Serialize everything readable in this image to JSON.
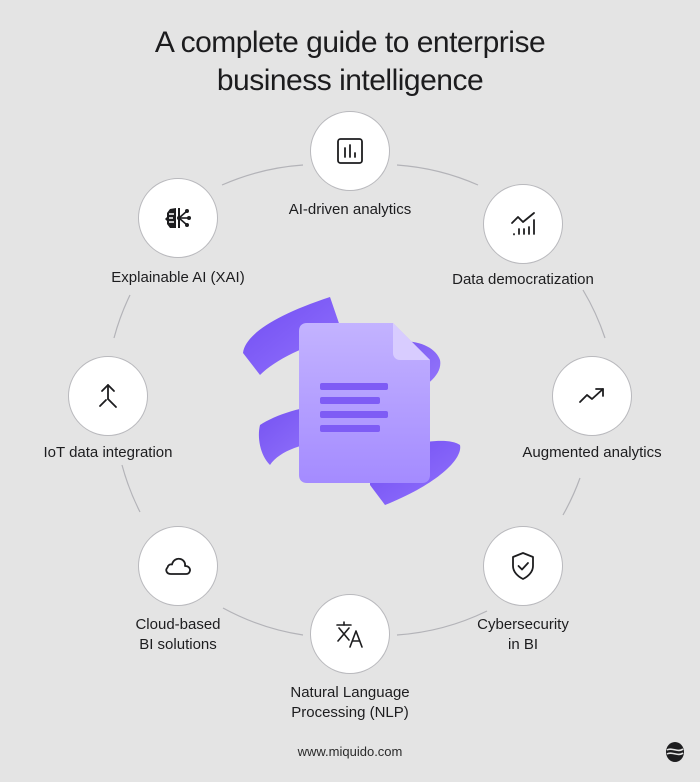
{
  "title": {
    "line1": "A complete guide to enterprise",
    "line2": "business intelligence"
  },
  "nodes": [
    {
      "id": "ai-driven-analytics",
      "icon": "bar-chart-icon",
      "label_lines": [
        "AI-driven analytics"
      ]
    },
    {
      "id": "data-democratization",
      "icon": "trend-bars-icon",
      "label_lines": [
        "Data democratization"
      ]
    },
    {
      "id": "augmented-analytics",
      "icon": "trending-up-icon",
      "label_lines": [
        "Augmented analytics"
      ]
    },
    {
      "id": "cybersecurity",
      "icon": "shield-check-icon",
      "label_lines": [
        "Cybersecurity",
        "in BI"
      ]
    },
    {
      "id": "nlp",
      "icon": "translate-icon",
      "label_lines": [
        "Natural Language",
        "Processing (NLP)"
      ]
    },
    {
      "id": "cloud-bi",
      "icon": "cloud-icon",
      "label_lines": [
        "Cloud-based",
        "BI solutions"
      ]
    },
    {
      "id": "iot-integration",
      "icon": "merge-arrow-icon",
      "label_lines": [
        "IoT data integration"
      ]
    },
    {
      "id": "xai",
      "icon": "ai-brain-icon",
      "label_lines": [
        "Explainable AI (XAI)"
      ]
    }
  ],
  "hero": {
    "icon": "document-icon",
    "accent": "#7b5cf0",
    "light": "#b9a6ff"
  },
  "colors": {
    "background": "#e4e4e4",
    "ring": "#b9b9bd",
    "text": "#1d1d1f"
  },
  "footer": {
    "url": "www.miquido.com",
    "logo": "miquido-logo-icon"
  }
}
